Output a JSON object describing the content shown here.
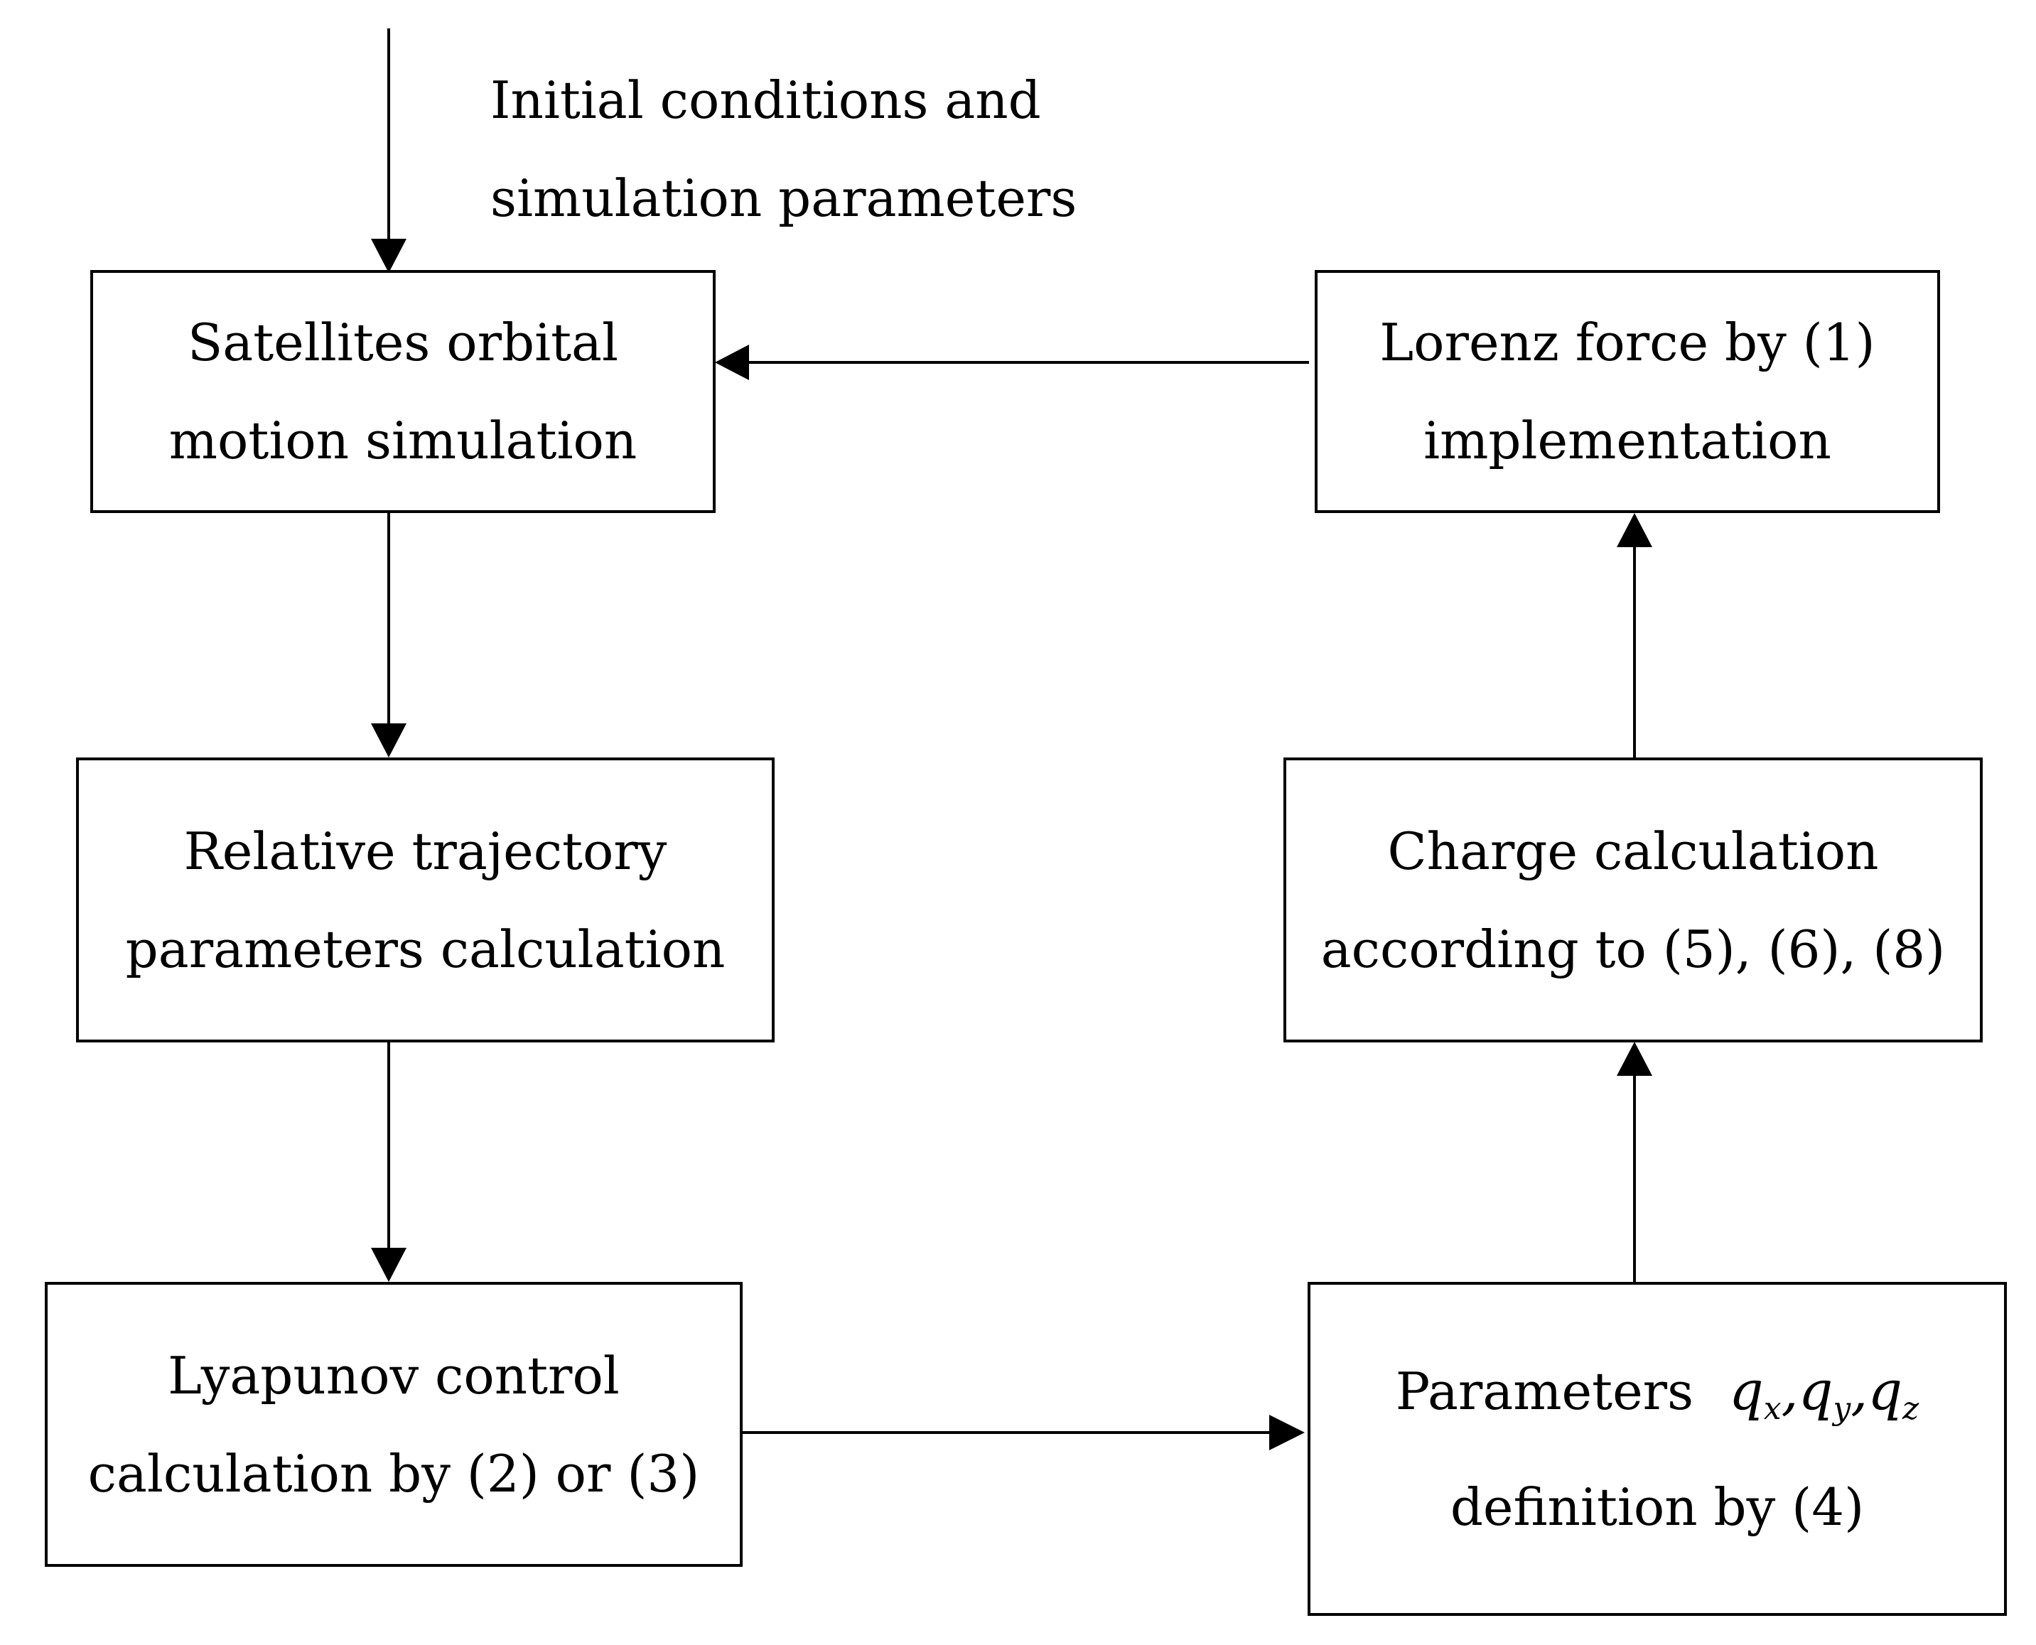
{
  "input_label": {
    "line1": "Initial conditions and",
    "line2": "simulation parameters"
  },
  "boxes": {
    "orbital_sim": {
      "line1": "Satellites orbital",
      "line2": "motion simulation"
    },
    "relative_traj": {
      "line1": "Relative trajectory",
      "line2": "parameters calculation"
    },
    "lyapunov": {
      "line1": "Lyapunov control",
      "line2": "calculation by (2) or (3)"
    },
    "parameters_def": {
      "line1": "Parameters",
      "line2": "definition by (4)",
      "symbol_base": "q",
      "symbol_subscripts": [
        "x",
        "y",
        "z"
      ]
    },
    "charge_calc": {
      "line1": "Charge calculation",
      "line2": "according to (5), (6), (8)"
    },
    "lorenz_force": {
      "line1": "Lorenz force by (1)",
      "line2": "implementation"
    }
  }
}
